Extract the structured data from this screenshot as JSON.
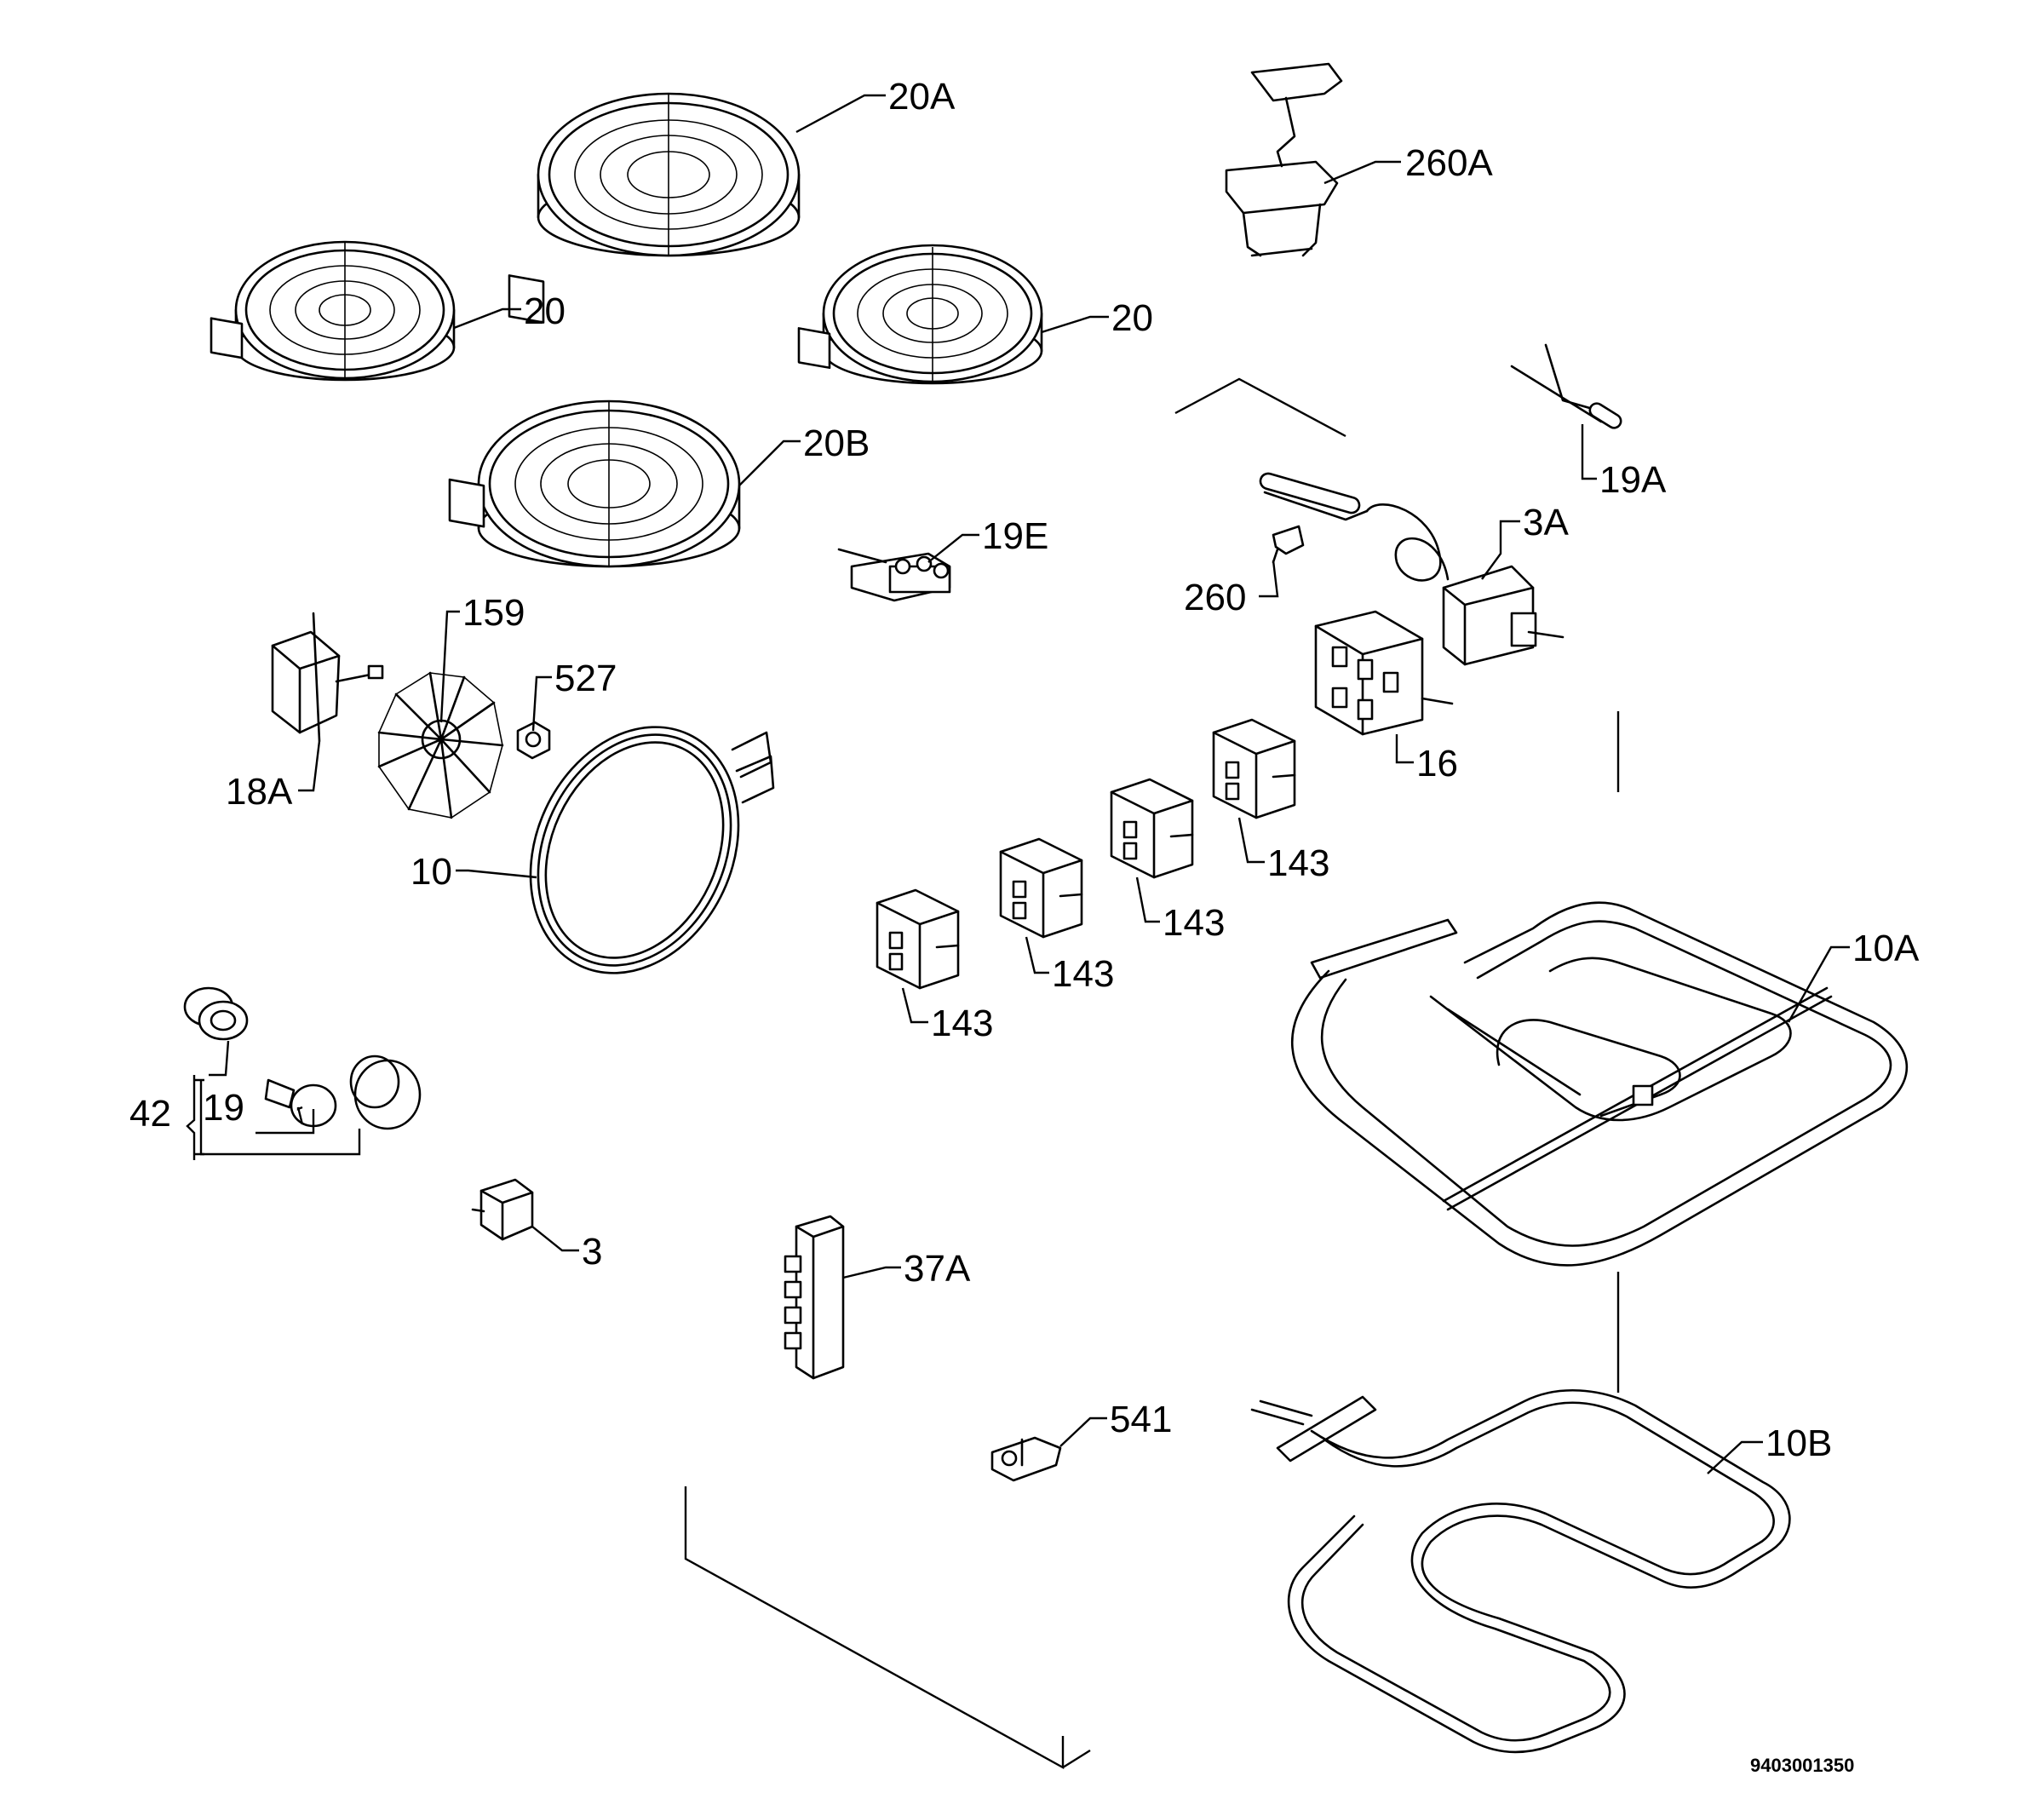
{
  "diagram": {
    "labels": {
      "p20a": "20A",
      "p260a": "260A",
      "p20_left": "20",
      "p20_right": "20",
      "p20b": "20B",
      "p19a": "19A",
      "p19e": "19E",
      "p3a": "3A",
      "p260": "260",
      "p159": "159",
      "p527": "527",
      "p18a": "18A",
      "p16": "16",
      "p10": "10",
      "p143_1": "143",
      "p143_2": "143",
      "p143_3": "143",
      "p143_4": "143",
      "p10a": "10A",
      "p42": "42",
      "p19": "19",
      "p3": "3",
      "p37a": "37A",
      "p541": "541",
      "p10b": "10B"
    },
    "drawing_number": "9403001350"
  }
}
